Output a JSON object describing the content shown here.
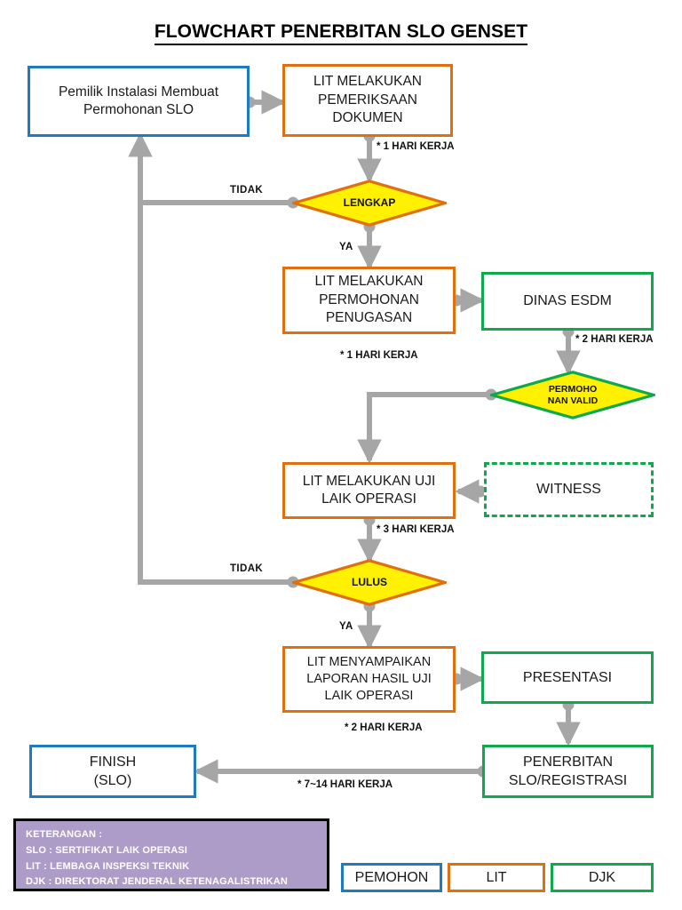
{
  "title": "FLOWCHART PENERBITAN SLO GENSET",
  "colors": {
    "pemohon_blue": "#1F7BC0",
    "lit_orange": "#E0700F",
    "djk_green": "#0FA94D",
    "decision_yellow": "#FFF100",
    "connector_gray": "#A6A6A6",
    "keterangan_purple": "#AE9CC8"
  },
  "nodes": {
    "start": {
      "lines": [
        "Pemilik Instalasi Membuat",
        "Permohonan SLO"
      ]
    },
    "periksa_dokumen": {
      "lines": [
        "LIT MELAKUKAN",
        "PEMERIKSAAN",
        "DOKUMEN"
      ]
    },
    "permohonan_penugasan": {
      "lines": [
        "LIT MELAKUKAN",
        "PERMOHONAN",
        "PENUGASAN"
      ]
    },
    "dinas_esdm": {
      "lines": [
        "DINAS ESDM"
      ]
    },
    "uji_laik_operasi": {
      "lines": [
        "LIT MELAKUKAN UJI",
        "LAIK OPERASI"
      ]
    },
    "witness": {
      "lines": [
        "WITNESS"
      ]
    },
    "laporan_hasil_uji": {
      "lines": [
        "LIT MENYAMPAIKAN",
        "LAPORAN HASIL UJI",
        "LAIK OPERASI"
      ]
    },
    "presentasi": {
      "lines": [
        "PRESENTASI"
      ]
    },
    "penerbitan_slo": {
      "lines": [
        "PENERBITAN",
        "SLO/REGISTRASI"
      ]
    },
    "finish": {
      "lines": [
        "FINISH",
        "(SLO)"
      ]
    }
  },
  "decisions": {
    "lengkap": {
      "lines": [
        "LENGKAP"
      ]
    },
    "permohonan_valid": {
      "lines": [
        "PERMOHO",
        "NAN VALID"
      ]
    },
    "lulus": {
      "lines": [
        "LULUS"
      ]
    }
  },
  "edge_labels": {
    "hari_1_dokumen": "* 1 HARI KERJA",
    "tidak_lengkap": "TIDAK",
    "ya_lengkap": "YA",
    "hari_1_penugasan": "* 1 HARI KERJA",
    "hari_2_esdm": "* 2 HARI KERJA",
    "hari_3_uji": "* 3 HARI KERJA",
    "tidak_lulus": "TIDAK",
    "ya_lulus": "YA",
    "hari_2_laporan": "* 2 HARI KERJA",
    "hari_7_14_finish": "* 7~14 HARI KERJA"
  },
  "keterangan": {
    "lines": [
      "KETERANGAN :",
      "SLO : SERTIFIKAT LAIK OPERASI",
      "LIT  : LEMBAGA INSPEKSI TEKNIK",
      "DJK : DIREKTORAT JENDERAL KETENAGALISTRIKAN"
    ]
  },
  "key_boxes": [
    {
      "label": "PEMOHON",
      "color": "#1F7BC0"
    },
    {
      "label": "LIT",
      "color": "#E0700F"
    },
    {
      "label": "DJK",
      "color": "#0FA94D"
    }
  ]
}
